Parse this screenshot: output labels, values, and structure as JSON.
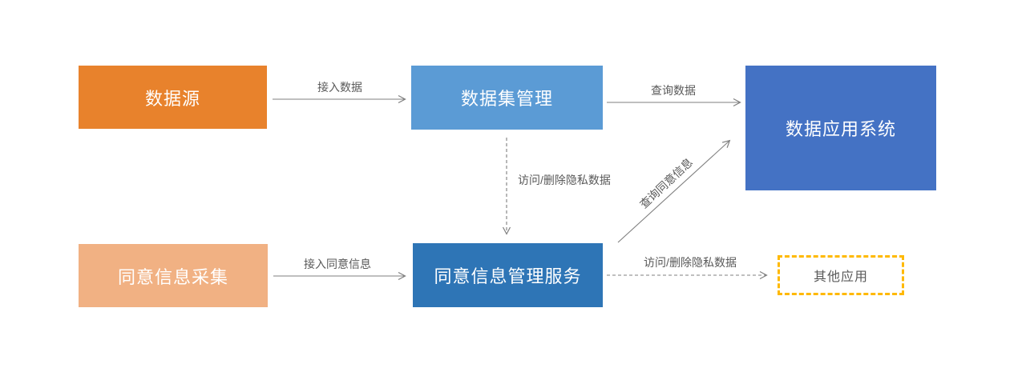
{
  "diagram": {
    "title": "",
    "palette": {
      "orange": "#E8822C",
      "light_orange": "#F1B183",
      "light_blue": "#5B9BD5",
      "royal_blue": "#4472C4",
      "medium_blue": "#2E75B6",
      "amber_dashed_border": "#FFB900",
      "edge_line_gray": "#7F7F7F",
      "edge_label_gray": "#595959",
      "node_text_white": "#FFFFFF",
      "background": "#FFFFFF"
    },
    "nodes": {
      "data_source": {
        "label": "数据源",
        "fill": "#E8822C",
        "text_color": "#FFFFFF"
      },
      "dataset_mgmt": {
        "label": "数据集管理",
        "fill": "#5B9BD5",
        "text_color": "#FFFFFF"
      },
      "data_app_system": {
        "label": "数据应用系统",
        "fill": "#4472C4",
        "text_color": "#FFFFFF"
      },
      "consent_collection": {
        "label": "同意信息采集",
        "fill": "#F1B183",
        "text_color": "#FFFFFF"
      },
      "consent_mgmt": {
        "label": "同意信息管理服务",
        "fill": "#2E75B6",
        "text_color": "#FFFFFF"
      },
      "other_apps": {
        "label": "其他应用",
        "fill": "#FFFFFF",
        "border_color": "#FFB900",
        "border_style": "dashed",
        "text_color": "#595959"
      }
    },
    "edges": {
      "access_data": {
        "label": "接入数据",
        "from": "data_source",
        "to": "dataset_mgmt",
        "style": "solid"
      },
      "query_data": {
        "label": "查询数据",
        "from": "dataset_mgmt",
        "to": "data_app_system",
        "style": "solid"
      },
      "access_delete_private": {
        "label": "访问/删除隐私数据",
        "from": "dataset_mgmt",
        "to": "consent_mgmt",
        "style": "dashed"
      },
      "access_consent": {
        "label": "接入同意信息",
        "from": "consent_collection",
        "to": "consent_mgmt",
        "style": "solid"
      },
      "query_consent": {
        "label": "查询同意信息",
        "from": "consent_mgmt",
        "to": "data_app_system",
        "style": "solid"
      },
      "access_delete_private2": {
        "label": "访问/删除隐私数据",
        "from": "consent_mgmt",
        "to": "other_apps",
        "style": "dashed"
      }
    }
  }
}
